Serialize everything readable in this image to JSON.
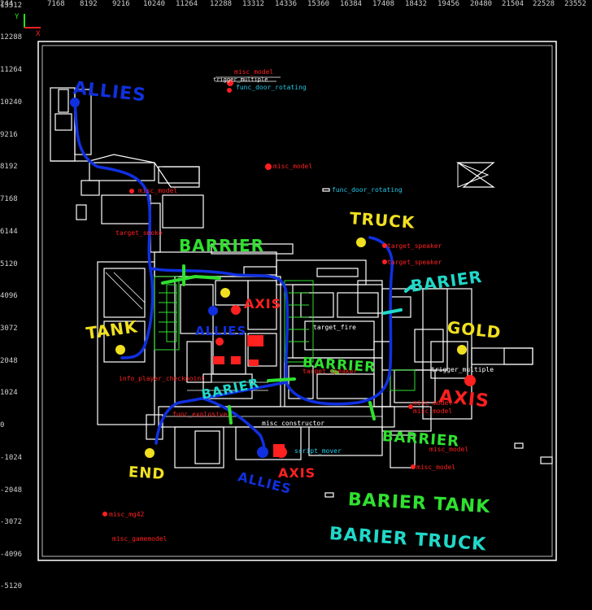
{
  "colors": {
    "background": "#000000",
    "map_lines": "#ffffff",
    "red_entity": "#ff2020",
    "cyan_entity": "#20c8e8",
    "route_blue": "#1030e0",
    "barrier_green": "#30e030",
    "note_yellow": "#f0e020",
    "axis_red": "#ff2020",
    "truck_cyan": "#20d8c8"
  },
  "axis_gizmo": {
    "y_label": "Y",
    "x_label": "X"
  },
  "x_ruler": [
    "244",
    "7168",
    "8192",
    "9216",
    "10240",
    "11264",
    "12288",
    "13312",
    "14336",
    "15360",
    "16384",
    "17408",
    "18432",
    "19456",
    "20480",
    "21504",
    "22528",
    "23552"
  ],
  "y_ruler": [
    "13312",
    "12288",
    "11264",
    "10240",
    "9216",
    "8192",
    "7168",
    "6144",
    "5120",
    "4096",
    "3072",
    "2048",
    "1024",
    "0",
    "-1024",
    "-2048",
    "-3072",
    "-4096",
    "-5120"
  ],
  "entities": {
    "misc_model_top": "misc_model",
    "target_top": "trigger_multiple",
    "func_door_top": "func_door_rotating",
    "misc_model_mid": "misc_model",
    "func_door_mid": "func_door_rotating",
    "misc_model_left": "misc_model",
    "target_speaker_1": "target_speaker",
    "target_speaker_2": "target_speaker",
    "target_smoke": "target_smoke",
    "target_speaker_3": "target_speaker",
    "trigger_multiple_right": "trigger_multiple",
    "misc_model_axis_1": "misc_model",
    "misc_model_axis_2": "misc_model",
    "misc_model_bottom_1": "misc_model",
    "misc_model_bottom_2": "misc_model",
    "misc_mg42": "misc_mg42",
    "misc_gamemodel": "misc_gamemodel",
    "info_player": "info_player_checkpoint",
    "func_explosive": "func_explosive",
    "target_fire": "target_fire",
    "misc_cam": "misc_constructor",
    "script_mover": "script_mover"
  },
  "annotations": {
    "allies_top": "ALLIES",
    "truck": "TRUCK",
    "barrier_top": "BARRIER",
    "barier_right": "BARIER",
    "gold": "GOLD",
    "tank": "TANK",
    "allies_mid": "ALLIES",
    "axis_mid": "AXIS",
    "barier_center": "BARIER",
    "barrier_center2": "BARRIER",
    "axis_right": "AXIS",
    "barrier_bottom": "BARRIER",
    "end": "END",
    "allies_bottom": "ALLIES",
    "axis_bottom": "AXIS",
    "legend_green": "BARIER TANK",
    "legend_cyan": "BARIER TRUCK"
  }
}
